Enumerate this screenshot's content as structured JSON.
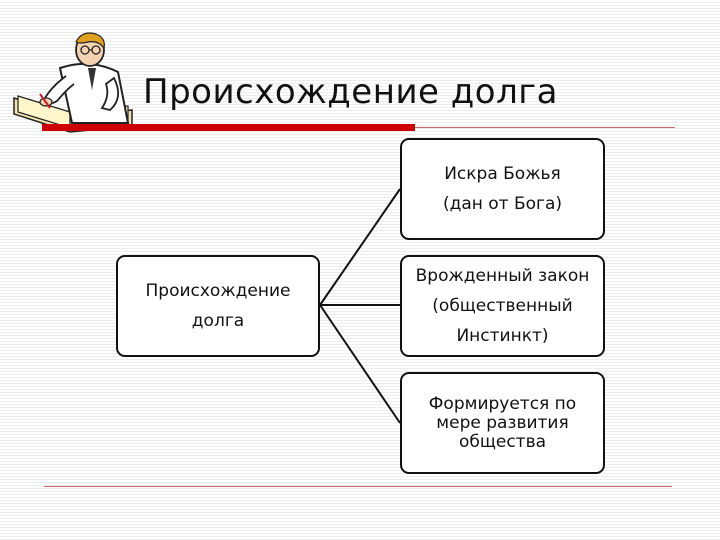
{
  "slide": {
    "title": "Происхождение долга"
  },
  "diagram": {
    "root": {
      "label": "Происхождение\nдолга"
    },
    "children": [
      {
        "label": "Искра Божья\n(дан от Бога)"
      },
      {
        "label": "Врожденный закон\n(общественный\nИнстинкт)"
      },
      {
        "label": "Формируется по\nмере развития\nобщества"
      }
    ]
  },
  "colors": {
    "accent_bar": "#cc0000",
    "rule": "#cc6666",
    "box_border": "#111111"
  },
  "icons": {
    "clipart": "scholar-writing-icon"
  }
}
